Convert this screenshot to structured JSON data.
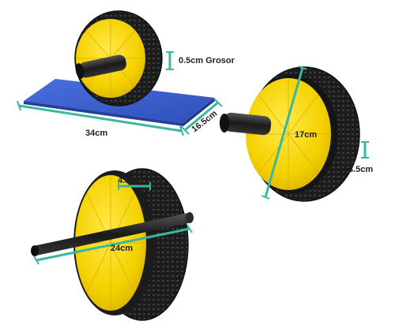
{
  "labels": {
    "thickness": "0.5cm Grosor",
    "mat_length": "34cm",
    "mat_width": "16.5cm",
    "wheel_diameter": "17cm",
    "wheel_offset": "3.5cm",
    "tread_width": "4.5cm",
    "handle_length": "24cm"
  },
  "colors": {
    "wheel_yellow": "#f7d600",
    "tire_black": "#1c1c1c",
    "tread_grey": "#3a3a3a",
    "mat_blue": "#3a5fd0",
    "dimension_teal": "#3bb7a0"
  }
}
